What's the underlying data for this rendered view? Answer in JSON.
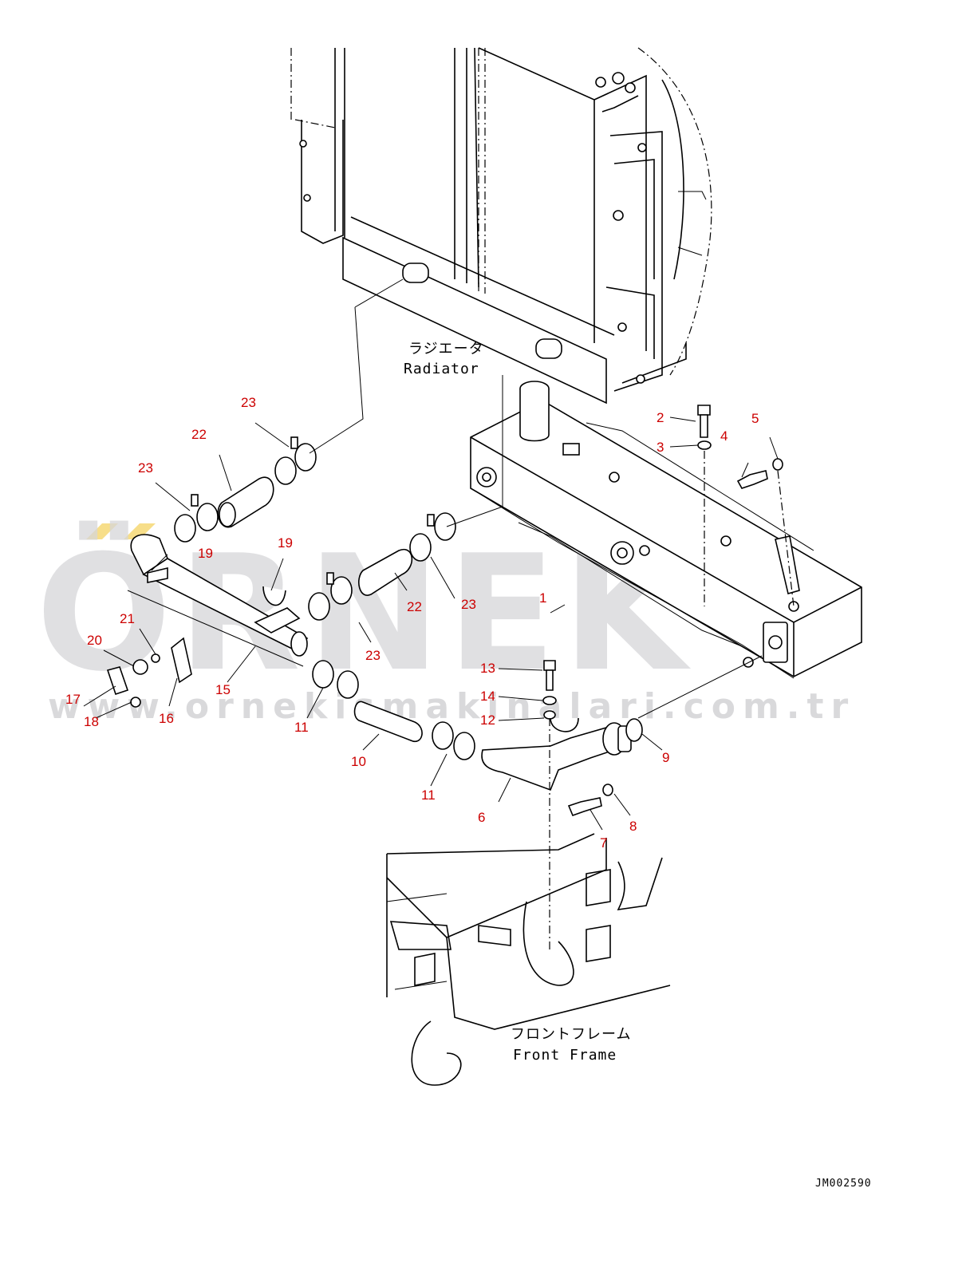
{
  "watermark": {
    "logo": "ÖRNEK",
    "url": "www.ornekismakinalari.com.tr"
  },
  "labels": {
    "radiator_jp": "ラジエータ",
    "radiator_en": "Radiator",
    "front_frame_jp": "フロントフレーム",
    "front_frame_en": "Front Frame",
    "drawing_code": "JM002590"
  },
  "callouts": [
    "1",
    "2",
    "3",
    "4",
    "5",
    "6",
    "7",
    "8",
    "9",
    "10",
    "11",
    "11",
    "12",
    "13",
    "14",
    "15",
    "16",
    "17",
    "18",
    "19",
    "19",
    "20",
    "21",
    "22",
    "22",
    "23",
    "23",
    "23",
    "23"
  ],
  "colors": {
    "callout": "#cc0000",
    "line": "#000000",
    "watermark": "#d6d6d9",
    "watermark_accent": "#f5d66b"
  }
}
